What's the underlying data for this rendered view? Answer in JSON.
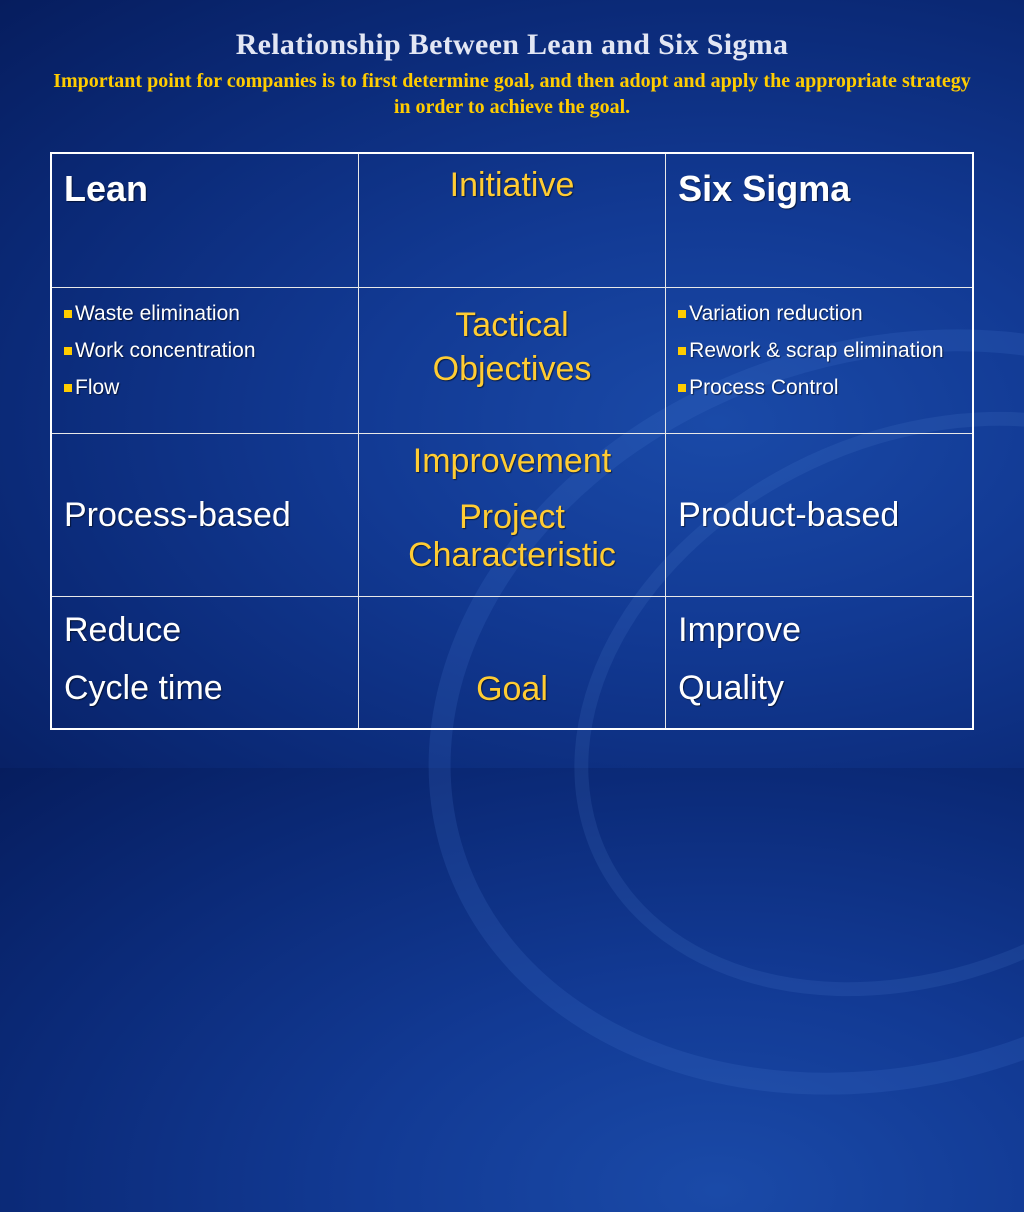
{
  "slide": {
    "title": "Relationship Between Lean and Six Sigma",
    "subtitle": "Important point for companies is to first determine goal, and then adopt and apply the appropriate strategy in order to achieve the goal."
  },
  "table": {
    "header": {
      "left": "Lean",
      "middle": "Initiative",
      "right": "Six Sigma"
    },
    "tactical": {
      "left_items": [
        "Waste elimination",
        "Work concentration",
        "Flow"
      ],
      "middle_lines": [
        "Tactical",
        "Objectives"
      ],
      "right_items": [
        "Variation reduction",
        "Rework & scrap elimination",
        "Process Control"
      ]
    },
    "project": {
      "left": "Process-based",
      "middle_lines": [
        "Improvement",
        "Project Characteristic"
      ],
      "right": "Product-based"
    },
    "goal": {
      "left_lines": [
        "Reduce",
        "Cycle time"
      ],
      "middle": "Goal",
      "right_lines": [
        "Improve",
        "Quality"
      ]
    }
  },
  "colors": {
    "background": "#0b2a78",
    "title": "#e2e6f4",
    "accent": "#ffcc00",
    "text": "#ffffff"
  }
}
